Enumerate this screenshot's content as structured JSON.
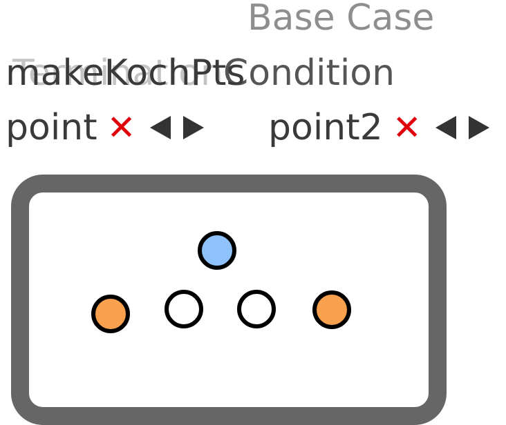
{
  "header": {
    "ghost_title": "Base Case",
    "ghost_subtitle": "Termination",
    "ghost_subtitle_tail": "Condition",
    "function_name": "makeKochPts"
  },
  "params": [
    {
      "label": "point",
      "remove_icon": "✕",
      "remove_icon_name": "close-icon"
    },
    {
      "label": "point2",
      "remove_icon": "✕",
      "remove_icon_name": "close-icon"
    }
  ],
  "colors": {
    "accent_blue": "#8fc2fb",
    "accent_orange": "#f7a04d",
    "empty": "#ffffff",
    "remove": "#e0000b",
    "frame": "#666666"
  },
  "nodes": [
    {
      "name": "node-blue",
      "fill": "#8fc2fb"
    },
    {
      "name": "node-orange-left",
      "fill": "#f7a04d"
    },
    {
      "name": "node-empty-left",
      "fill": "#ffffff"
    },
    {
      "name": "node-empty-right",
      "fill": "#ffffff"
    },
    {
      "name": "node-orange-right",
      "fill": "#f7a04d"
    }
  ]
}
